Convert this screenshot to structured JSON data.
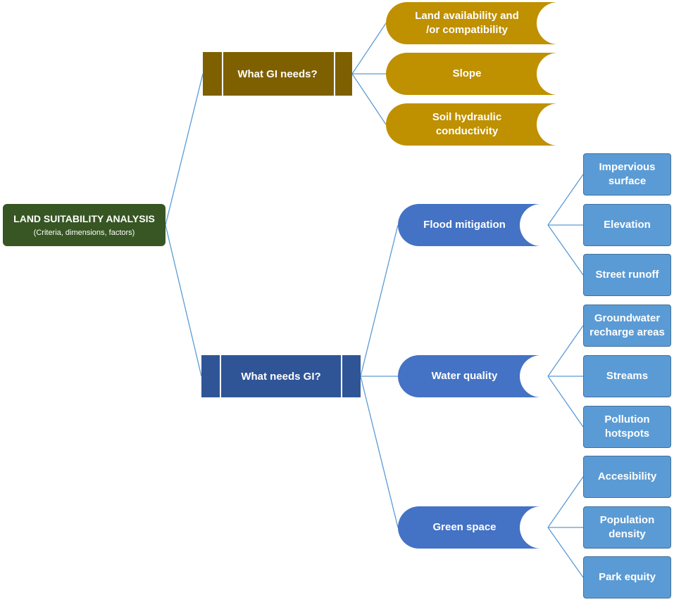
{
  "root": {
    "title": "LAND SUITABILITY ANALYSIS",
    "subtitle": "(Criteria, dimensions, factors)"
  },
  "branches": [
    {
      "label": "What GI needs?",
      "color": "#7f6000",
      "children": [
        {
          "label": "Land availability and /or compatibility",
          "color": "#bf9000"
        },
        {
          "label": "Slope",
          "color": "#bf9000"
        },
        {
          "label": "Soil hydraulic conductivity",
          "color": "#bf9000"
        }
      ]
    },
    {
      "label": "What needs GI?",
      "color": "#2f5597",
      "children": [
        {
          "label": "Flood mitigation",
          "color": "#4472c4",
          "leaves": [
            "Impervious surface",
            "Elevation",
            "Street runoff"
          ]
        },
        {
          "label": "Water quality",
          "color": "#4472c4",
          "leaves": [
            "Groundwater recharge areas",
            "Streams",
            "Pollution hotspots"
          ]
        },
        {
          "label": "Green space",
          "color": "#4472c4",
          "leaves": [
            "Accesibility",
            "Population density",
            "Park equity"
          ]
        }
      ]
    }
  ]
}
